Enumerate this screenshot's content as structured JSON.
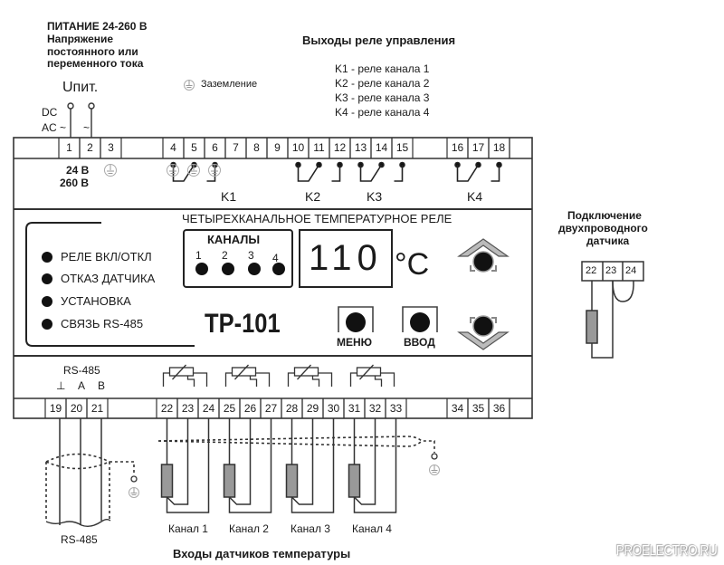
{
  "power": {
    "title": "ПИТАНИЕ 24-260 В",
    "subtitle_lines": [
      "Напряжение",
      "постоянного или",
      "переменного тока"
    ],
    "symbol": "Uпит.",
    "dc_label": "DC",
    "ac_label": "AC ~",
    "ac2_label": "~",
    "voltage_label_1": "24 В",
    "voltage_label_2": "260 В"
  },
  "ground_legend": {
    "icon": "ground-icon",
    "label": "Заземление"
  },
  "relay_outputs": {
    "title": "Выходы реле управления",
    "legend": [
      "K1 - реле канала 1",
      "K2 - реле канала 2",
      "K3 - реле канала 3",
      "K4 - реле канала 4"
    ],
    "labels": [
      "K1",
      "K2",
      "K3",
      "K4"
    ]
  },
  "top_terminals": [
    "1",
    "2",
    "3",
    "4",
    "5",
    "6",
    "7",
    "8",
    "9",
    "10",
    "11",
    "12",
    "13",
    "14",
    "15",
    "16",
    "17",
    "18"
  ],
  "bottom_terminals": [
    "19",
    "20",
    "21",
    "22",
    "23",
    "24",
    "25",
    "26",
    "27",
    "28",
    "29",
    "30",
    "31",
    "32",
    "33",
    "34",
    "35",
    "36"
  ],
  "panel": {
    "title": "ЧЕТЫРЕХКАНАЛЬНОЕ ТЕМПЕРАТУРНОЕ РЕЛЕ",
    "indicators": [
      "РЕЛЕ ВКЛ/ОТКЛ",
      "ОТКАЗ ДАТЧИКА",
      "УСТАНОВКА",
      "СВЯЗЬ RS-485"
    ],
    "channels_title": "КАНАЛЫ",
    "channels": [
      "1",
      "2",
      "3",
      "4"
    ],
    "display_value": "110",
    "display_unit": "°C",
    "model": "ТР-101",
    "buttons": {
      "menu": "МЕНЮ",
      "enter": "ВВОД",
      "up": "up-arrow",
      "down": "down-arrow"
    }
  },
  "rs485": {
    "label": "RS-485",
    "pins": [
      "⊥",
      "A",
      "B"
    ],
    "cable_label": "RS-485"
  },
  "sensor_inputs": {
    "title": "Входы датчиков температуры",
    "channels": [
      "Канал 1",
      "Канал 2",
      "Канал 3",
      "Канал 4"
    ]
  },
  "two_wire": {
    "title_lines": [
      "Подключение",
      "двухпроводного",
      "датчика"
    ],
    "terminals": [
      "22",
      "23",
      "24"
    ]
  },
  "watermark": "PROELECTRO.RU"
}
